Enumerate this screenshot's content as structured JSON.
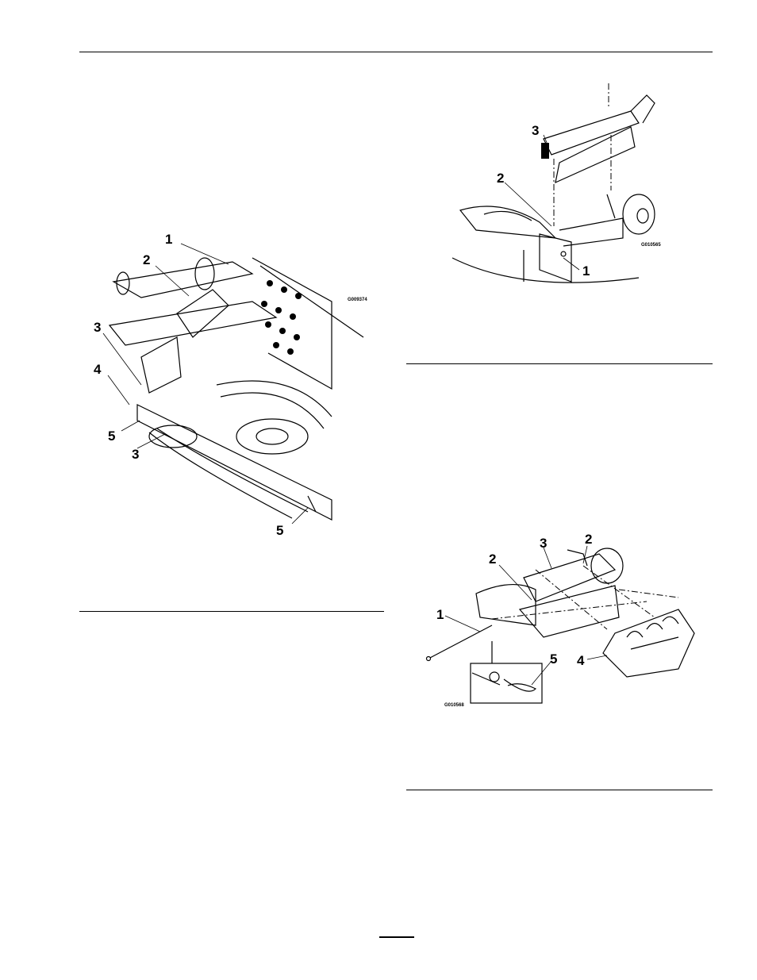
{
  "figures": [
    {
      "code": "G009374",
      "callouts": [
        "1",
        "2",
        "3",
        "4",
        "5",
        "3",
        "5"
      ]
    },
    {
      "code": "G010565",
      "callouts": [
        "3",
        "2",
        "1"
      ]
    },
    {
      "code": "G010568",
      "callouts": [
        "3",
        "2",
        "2",
        "1",
        "5",
        "4"
      ]
    }
  ]
}
